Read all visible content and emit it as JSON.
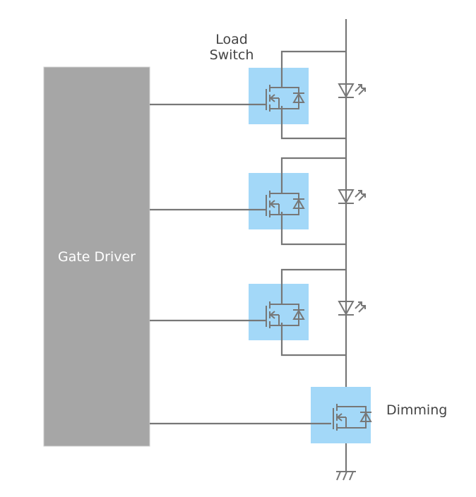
{
  "diagram": {
    "gate_driver": {
      "label": "Gate Driver"
    },
    "load_switch_label": [
      "Load",
      "Switch"
    ],
    "dimming_label": "Dimming",
    "colors": {
      "gate_driver_fill": "#a6a6a6",
      "mosfet_highlight": "#a3d8f8",
      "wire": "#777777",
      "text": "#444444"
    },
    "channels": [
      {
        "name": "channel-1",
        "switch": "load-switch",
        "load": "led"
      },
      {
        "name": "channel-2",
        "switch": "load-switch",
        "load": "led"
      },
      {
        "name": "channel-3",
        "switch": "load-switch",
        "load": "led"
      }
    ],
    "dimming_switch": {
      "name": "dimming-switch"
    },
    "ground": {
      "name": "ground"
    }
  }
}
